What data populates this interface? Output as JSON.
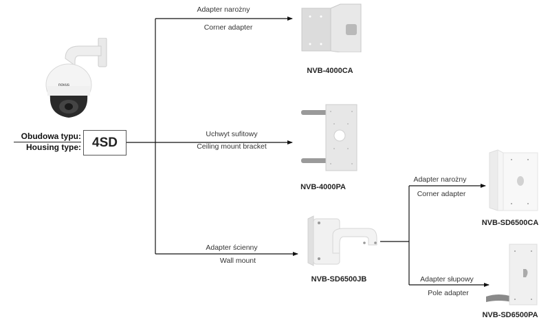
{
  "source": {
    "label_pl": "Obudowa typu:",
    "label_en": "Housing type:",
    "housing_type": "4SD",
    "image": "ptz-camera-with-wall-bracket"
  },
  "branches": [
    {
      "label_pl": "Adapter narożny",
      "label_en": "Corner adapter",
      "product_code": "NVB-4000CA",
      "image": "corner-adapter-bracket"
    },
    {
      "label_pl": "Uchwyt sufitowy",
      "label_en": "Ceiling mount bracket",
      "product_code": "NVB-4000PA",
      "image": "pole-mount-plate-with-clamps"
    },
    {
      "label_pl": "Adapter ścienny",
      "label_en": "Wall mount",
      "product_code": "NVB-SD6500JB",
      "image": "wall-mount-arm-junction-box"
    }
  ],
  "sub_branches": [
    {
      "label_pl": "Adapter narożny",
      "label_en": "Corner adapter",
      "product_code": "NVB-SD6500CA",
      "image": "corner-adapter-white"
    },
    {
      "label_pl": "Adapter słupowy",
      "label_en": "Pole adapter",
      "product_code": "NVB-SD6500PA",
      "image": "pole-adapter-plate-with-clamps"
    }
  ]
}
